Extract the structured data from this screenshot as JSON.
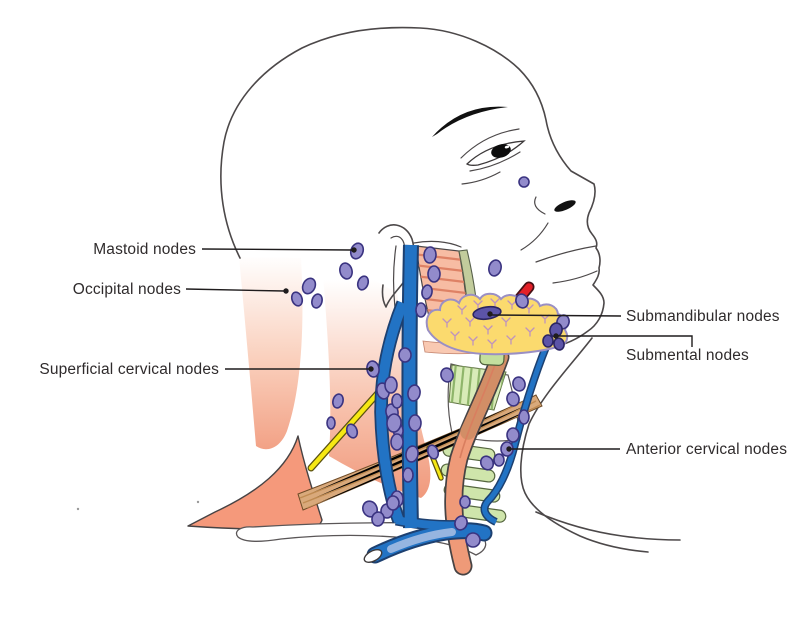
{
  "figure": {
    "type": "anatomical-diagram",
    "subject": "Lymph nodes of the head and neck, lateral view"
  },
  "labels": {
    "mastoid": "Mastoid nodes",
    "occipital": "Occipital nodes",
    "superficial_cervical": "Superficial cervical nodes",
    "submandibular": "Submandibular nodes",
    "submental": "Submental nodes",
    "anterior_cervical": "Anterior cervical nodes"
  },
  "colors": {
    "node_fill": "#928BCB",
    "node_stroke": "#3A3380",
    "node_dark_fill": "#5C54A8",
    "node_dark_stroke": "#2B2563",
    "vein": "#2273C4",
    "vein_outline": "#1D4070",
    "vein_light": "#96B5E0",
    "artery": "#E32028",
    "gland": "#FBDA6E",
    "gland_outline": "#9A8FC4",
    "nerve": "#F6E813",
    "cartilage_green": "#CFE5AB",
    "muscle_salmon": "#F5997B",
    "muscle_tan": "#D9A97B",
    "leader": "#1F1C1D",
    "label_text": "#2F2B2C"
  },
  "lymph_nodes": {
    "regular": [
      [
        524,
        182,
        5,
        5,
        0
      ],
      [
        495,
        268,
        6,
        8,
        15
      ],
      [
        357,
        251,
        6,
        8,
        20
      ],
      [
        346,
        271,
        6,
        8,
        -15
      ],
      [
        363,
        283,
        5,
        7,
        20
      ],
      [
        309,
        286,
        6,
        8,
        25
      ],
      [
        297,
        299,
        5,
        7,
        -20
      ],
      [
        317,
        301,
        5,
        7,
        15
      ],
      [
        430,
        255,
        6,
        8,
        5
      ],
      [
        434,
        274,
        6,
        8,
        0
      ],
      [
        427,
        292,
        5,
        7,
        10
      ],
      [
        421,
        310,
        5,
        7,
        0
      ],
      [
        522,
        301,
        6,
        7,
        -20
      ],
      [
        563,
        322,
        6,
        7,
        20
      ],
      [
        373,
        369,
        6,
        8,
        -10
      ],
      [
        383,
        391,
        6,
        8,
        -15
      ],
      [
        392,
        412,
        6,
        8,
        -10
      ],
      [
        398,
        430,
        5,
        7,
        -10
      ],
      [
        338,
        401,
        5,
        7,
        15
      ],
      [
        331,
        423,
        4,
        6,
        0
      ],
      [
        352,
        431,
        5,
        7,
        -20
      ],
      [
        405,
        355,
        6,
        7,
        0
      ],
      [
        447,
        375,
        6,
        7,
        -15
      ],
      [
        391,
        385,
        6,
        8,
        0
      ],
      [
        414,
        393,
        6,
        8,
        10
      ],
      [
        397,
        401,
        5,
        7,
        0
      ],
      [
        394,
        423,
        7,
        9,
        5
      ],
      [
        415,
        423,
        6,
        8,
        0
      ],
      [
        397,
        442,
        6,
        8,
        0
      ],
      [
        412,
        454,
        6,
        8,
        10
      ],
      [
        433,
        452,
        5,
        7,
        -20
      ],
      [
        408,
        475,
        5,
        7,
        0
      ],
      [
        397,
        499,
        6,
        8,
        0
      ],
      [
        387,
        511,
        6,
        7,
        0
      ],
      [
        370,
        509,
        7,
        8,
        -25
      ],
      [
        378,
        519,
        6,
        7,
        10
      ],
      [
        393,
        503,
        6,
        7,
        0
      ],
      [
        519,
        384,
        6,
        7,
        -15
      ],
      [
        513,
        399,
        6,
        7,
        -15
      ],
      [
        524,
        417,
        5,
        7,
        0
      ],
      [
        513,
        435,
        6,
        7,
        0
      ],
      [
        507,
        449,
        6,
        7,
        0
      ],
      [
        499,
        460,
        5,
        6,
        0
      ],
      [
        487,
        463,
        6,
        7,
        -30
      ],
      [
        465,
        502,
        5,
        6,
        0
      ],
      [
        461,
        523,
        6,
        7,
        20
      ],
      [
        473,
        540,
        7,
        7,
        0
      ]
    ],
    "dark": [
      [
        487,
        313,
        14,
        6,
        -8
      ],
      [
        556,
        330,
        6,
        7,
        15
      ],
      [
        548,
        341,
        5,
        6,
        0
      ],
      [
        559,
        344,
        5,
        6,
        -15
      ]
    ]
  }
}
